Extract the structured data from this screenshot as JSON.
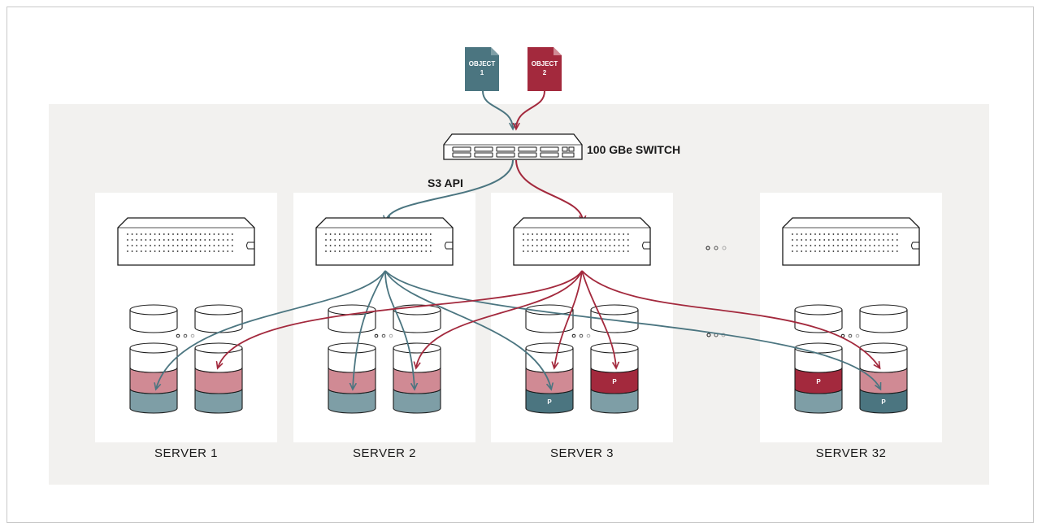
{
  "objects": [
    {
      "line1": "OBJECT",
      "line2": "1",
      "color": "#4b7580"
    },
    {
      "line1": "OBJECT",
      "line2": "2",
      "color": "#a3293d"
    }
  ],
  "switch": {
    "label": "100 GBe SWITCH"
  },
  "api": {
    "label": "S3 API"
  },
  "servers": [
    {
      "label": "SERVER 1"
    },
    {
      "label": "SERVER 2"
    },
    {
      "label": "SERVER 3"
    },
    {
      "label": "SERVER 32"
    }
  ],
  "parity_mark": "P",
  "colors": {
    "teal": "#4b7580",
    "teal_light": "#7e9ea6",
    "red": "#a3293d",
    "red_light": "#d08a94",
    "panel_bg": "#f2f1ef"
  }
}
